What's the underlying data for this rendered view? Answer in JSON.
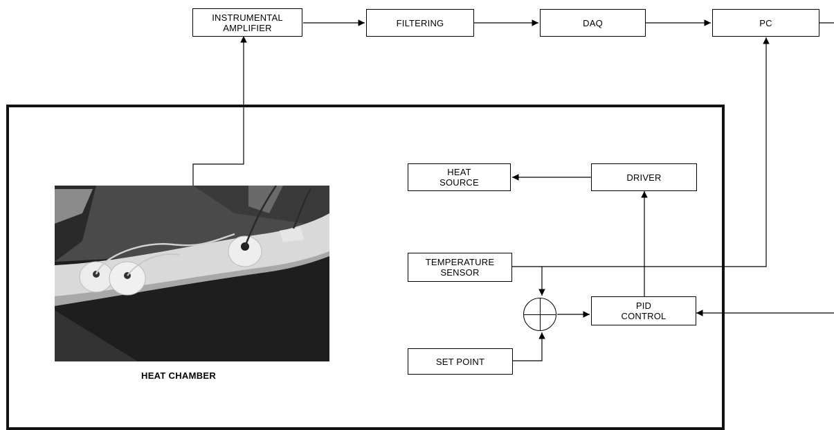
{
  "signal_chain": {
    "amplifier": [
      "INSTRUMENTAL",
      "AMPLIFIER"
    ],
    "filtering": "FILTERING",
    "daq": "DAQ",
    "pc": "PC"
  },
  "control_loop": {
    "heat_source": [
      "HEAT",
      "SOURCE"
    ],
    "driver": "DRIVER",
    "temperature_sensor": [
      "TEMPERATURE",
      "SENSOR"
    ],
    "pid_control": [
      "PID",
      "CONTROL"
    ],
    "set_point": "SET POINT"
  },
  "chamber": {
    "caption": "HEAT CHAMBER",
    "photo_icon": "forearm-with-electrodes-photo"
  }
}
